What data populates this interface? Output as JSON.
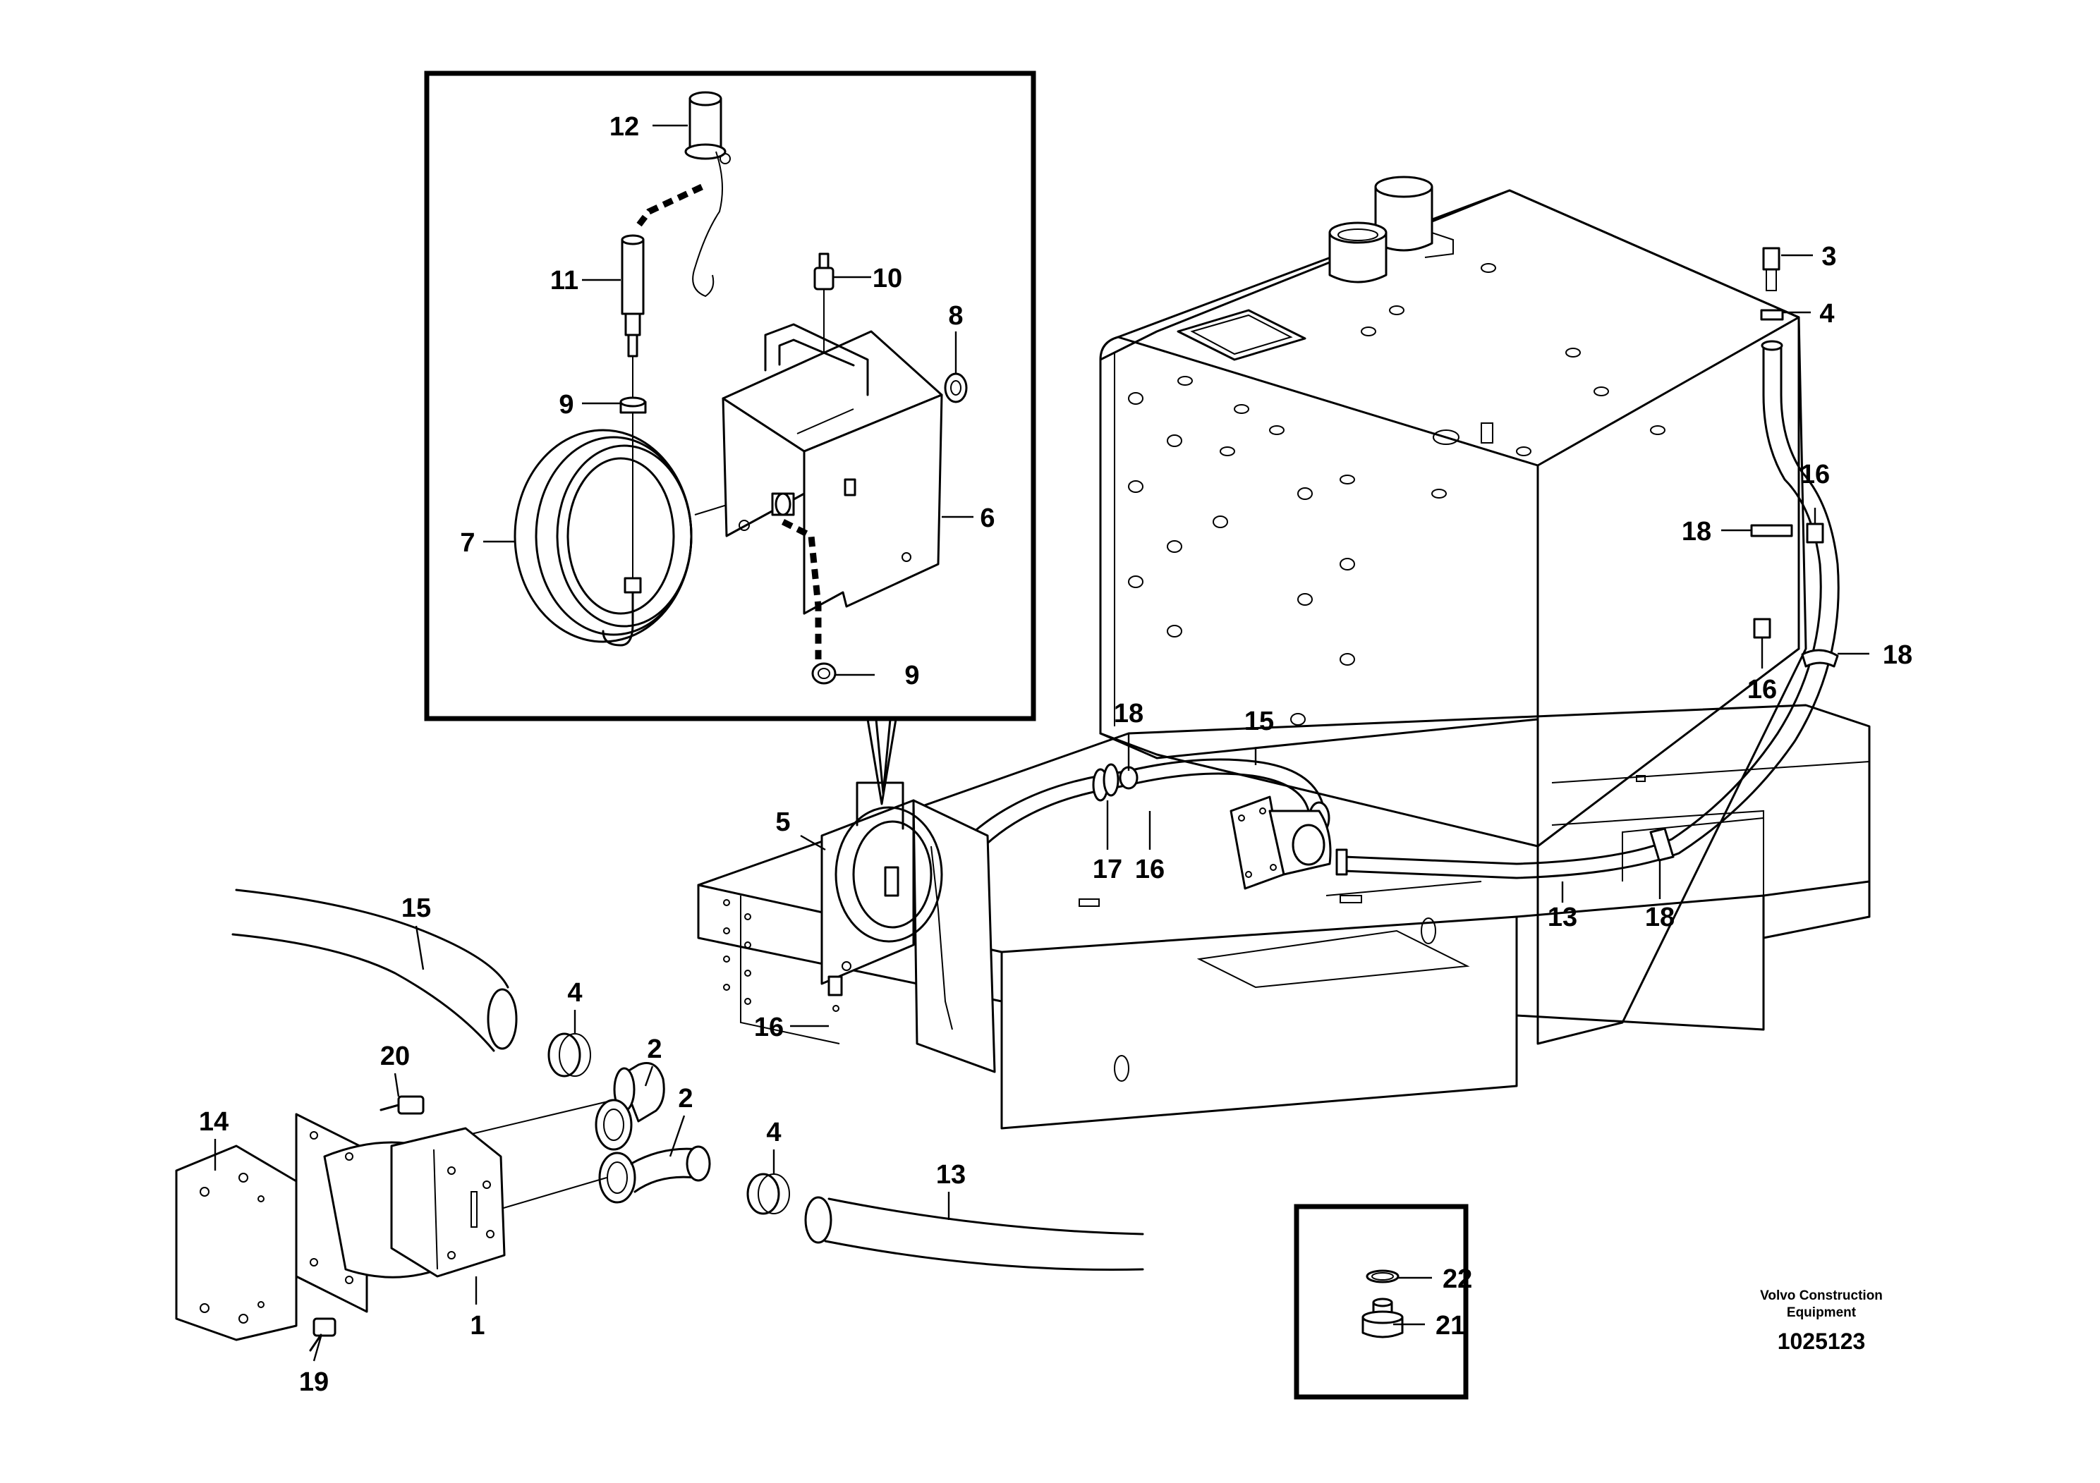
{
  "diagram": {
    "brand_line1": "Volvo Construction",
    "brand_line2": "Equipment",
    "reference_number": "1025123",
    "callouts": {
      "c1": "1",
      "c2a": "2",
      "c2b": "2",
      "c3": "3",
      "c4a": "4",
      "c4b": "4",
      "c4c": "4",
      "c5": "5",
      "c6": "6",
      "c7": "7",
      "c8": "8",
      "c9a": "9",
      "c9b": "9",
      "c10": "10",
      "c11": "11",
      "c12": "12",
      "c13a": "13",
      "c13b": "13",
      "c14": "14",
      "c15a": "15",
      "c15b": "15",
      "c16a": "16",
      "c16b": "16",
      "c16c": "16",
      "c16d": "16",
      "c17": "17",
      "c18a": "18",
      "c18b": "18",
      "c18c": "18",
      "c18d": "18",
      "c19": "19",
      "c20": "20",
      "c21": "21",
      "c22": "22"
    }
  }
}
